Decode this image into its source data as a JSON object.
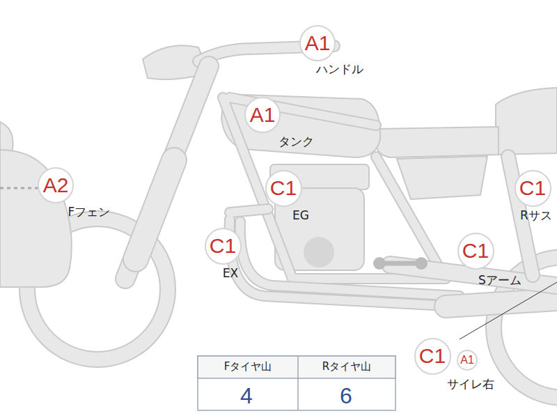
{
  "diagram": {
    "nodes": [
      {
        "text": [
          "A1"
        ]
      },
      {
        "text": [
          "A1"
        ]
      },
      {
        "text": [
          "A2"
        ]
      },
      {
        "text": [
          "C1"
        ]
      },
      {
        "text": [
          "C1"
        ]
      },
      {
        "text": [
          "C1"
        ]
      },
      {
        "text": [
          "C1"
        ]
      },
      {
        "text": [
          "C1"
        ]
      },
      {
        "text": [
          "A1"
        ]
      }
    ],
    "labels": [
      "ハンドル",
      "タンク",
      "Fフェン",
      "EG",
      "Rサス",
      "EX",
      "Sアーム",
      "サイレ右",
      "Fタイヤ山",
      "Rタイヤ山",
      "4",
      "6"
    ]
  }
}
